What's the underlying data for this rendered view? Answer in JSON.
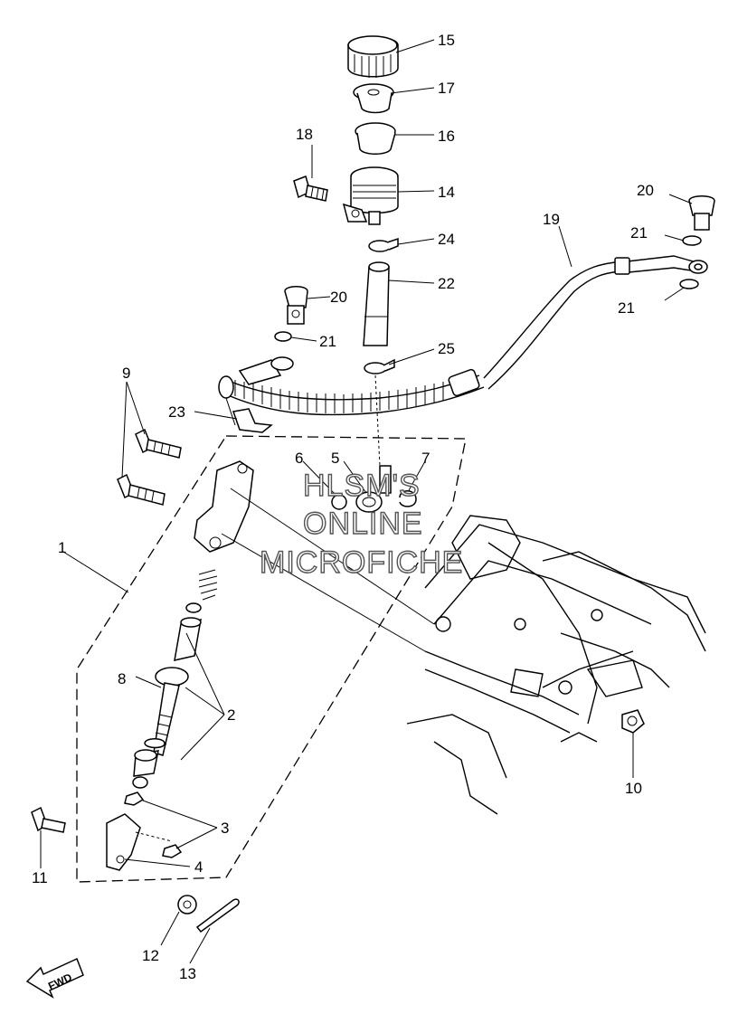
{
  "callouts": [
    "15",
    "17",
    "16",
    "18",
    "14",
    "20",
    "19",
    "21",
    "24",
    "22",
    "20",
    "21",
    "21",
    "25",
    "9",
    "23",
    "6",
    "5",
    "7",
    "1",
    "8",
    "2",
    "10",
    "3",
    "11",
    "4",
    "12",
    "13"
  ],
  "watermark": [
    "HLSM'S",
    "ONLINE",
    "MICROFICHE"
  ],
  "fwd_label": "FWD"
}
